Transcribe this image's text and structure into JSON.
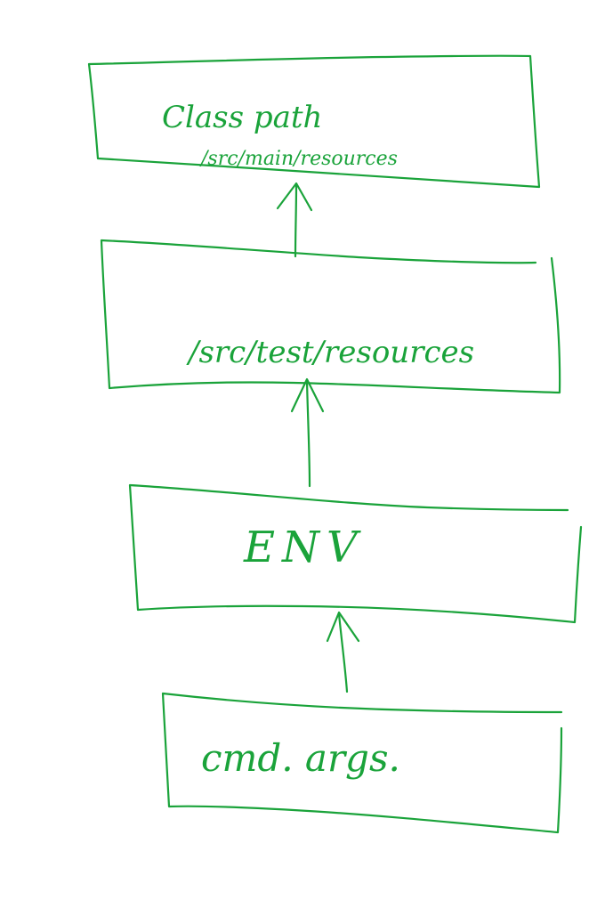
{
  "diagram": {
    "ink_color": "#1aa33a",
    "background": "#ffffff",
    "boxes": [
      {
        "id": "classpath",
        "lines": [
          "Class path",
          "/src/main/resources"
        ]
      },
      {
        "id": "test",
        "lines": [
          "/src/test/resources"
        ]
      },
      {
        "id": "env",
        "lines": [
          "ENV"
        ]
      },
      {
        "id": "cmd",
        "lines": [
          "cmd. args."
        ]
      }
    ],
    "arrows": [
      {
        "from": "test",
        "to": "classpath"
      },
      {
        "from": "env",
        "to": "test"
      },
      {
        "from": "cmd",
        "to": "env"
      }
    ]
  }
}
